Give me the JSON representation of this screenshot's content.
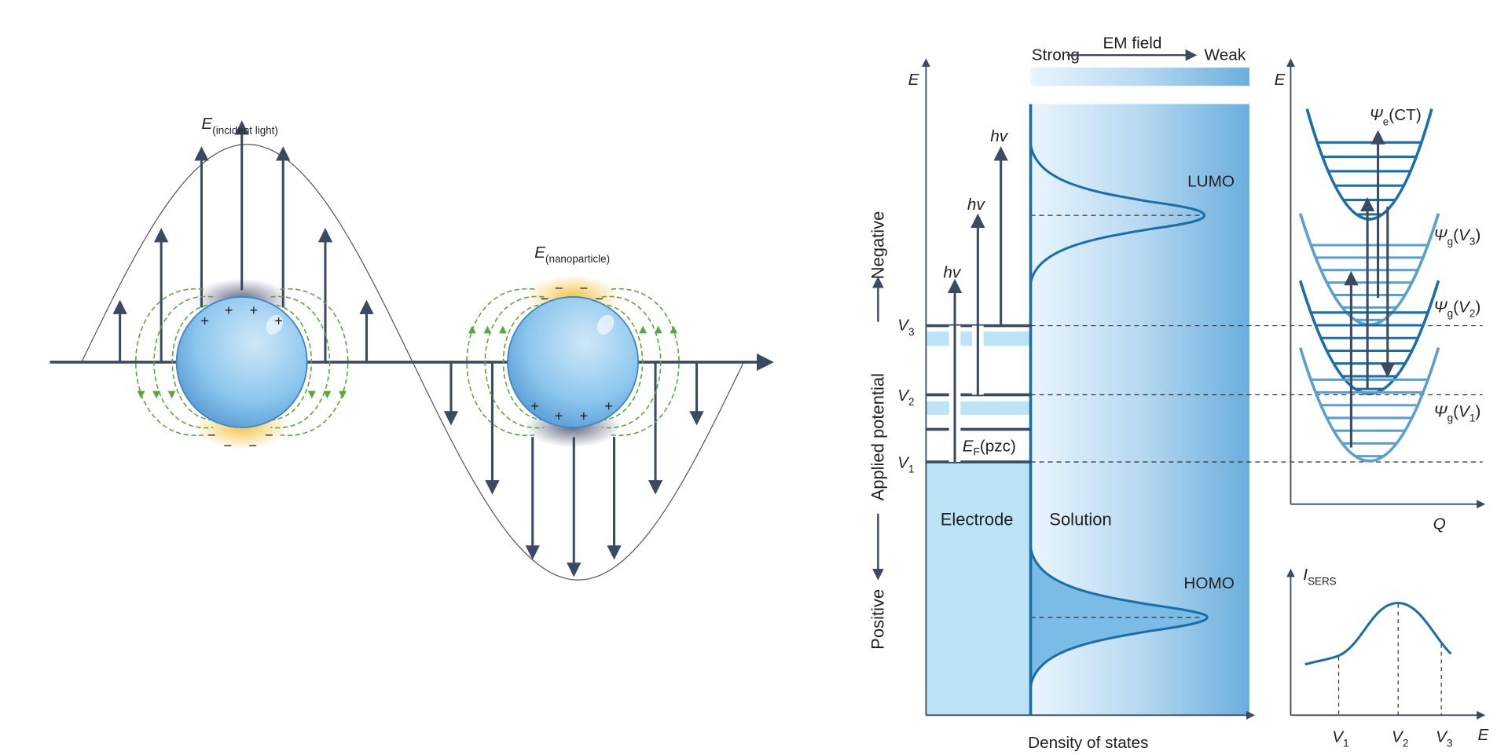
{
  "left_panel": {
    "incident_label": {
      "symbol": "E",
      "subscript": "(incident light)"
    },
    "nanoparticle_label": {
      "symbol": "E",
      "subscript": "(nanoparticle)"
    },
    "plus": "+",
    "minus": "−"
  },
  "energy_diagram": {
    "axis_label": "E",
    "x_axis_label": "Density of states",
    "em_field": {
      "strong": "Strong",
      "title": "EM field",
      "weak": "Weak"
    },
    "potential_axis": {
      "positive": "Positive",
      "middle": "Applied potential",
      "negative": "Negative"
    },
    "levels": [
      {
        "symbol": "V",
        "subscript": "3"
      },
      {
        "symbol": "V",
        "subscript": "2"
      },
      {
        "symbol": "V",
        "subscript": "1"
      }
    ],
    "fermi": {
      "symbol": "E",
      "subscript": "F",
      "suffix": "(pzc)"
    },
    "photon": "hv",
    "electrode": "Electrode",
    "solution": "Solution",
    "lumo": "LUMO",
    "homo": "HOMO"
  },
  "potential_curves": {
    "y_label": "E",
    "x_label": "Q",
    "excited": {
      "symbol": "Ψ",
      "subscript": "e",
      "suffix": "(CT)"
    },
    "ground": [
      {
        "symbol": "Ψ",
        "subscript": "g",
        "open": "(",
        "v": "V",
        "vsub": "3",
        "close": ")"
      },
      {
        "symbol": "Ψ",
        "subscript": "g",
        "open": "(",
        "v": "V",
        "vsub": "2",
        "close": ")"
      },
      {
        "symbol": "Ψ",
        "subscript": "g",
        "open": "(",
        "v": "V",
        "vsub": "1",
        "close": ")"
      }
    ]
  },
  "sers_plot": {
    "y_label": {
      "symbol": "I",
      "subscript": "SERS"
    },
    "x_label": "E",
    "ticks": [
      {
        "symbol": "V",
        "subscript": "1"
      },
      {
        "symbol": "V",
        "subscript": "2"
      },
      {
        "symbol": "V",
        "subscript": "3"
      }
    ]
  },
  "colors": {
    "arrow": "#3b4a63",
    "blue": "#1a6fa8",
    "light_blue": "#5b9fd0",
    "field_line": "#5aa83c"
  }
}
